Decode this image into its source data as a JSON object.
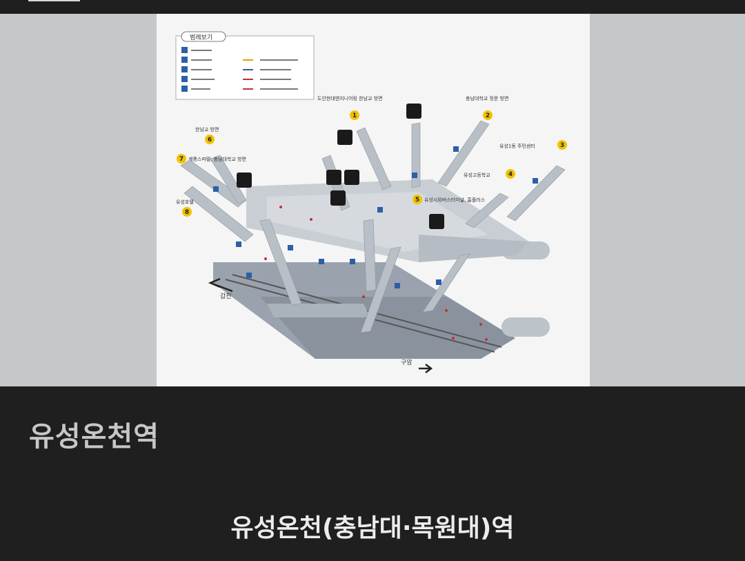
{
  "screen": {
    "short_title": "유성온천역",
    "full_title": "유성온천(충남대·목원대)역"
  },
  "map": {
    "legend_title": "범례보기",
    "direction_left": "갑천",
    "direction_right": "구암",
    "exits": [
      {
        "number": "1",
        "label": "도안현대엔지니어링 한남교 방면"
      },
      {
        "number": "2",
        "label": "충남대학교 정문 방면"
      },
      {
        "number": "3",
        "label": "유성1동 주민센터"
      },
      {
        "number": "4",
        "label": "유성고등학교"
      },
      {
        "number": "5",
        "label": "유성시외버스터미널, 홈플러스"
      },
      {
        "number": "6",
        "label": "한남교 방면"
      },
      {
        "number": "7",
        "label": "계룡스파텔, 충남대학교 방면"
      },
      {
        "number": "8",
        "label": "유성호텔"
      }
    ],
    "colors": {
      "exit_badge": "#f2c200",
      "platform": "#9aa3ad",
      "concourse": "#c9ced4",
      "escalator": "#b8bfc7"
    }
  }
}
